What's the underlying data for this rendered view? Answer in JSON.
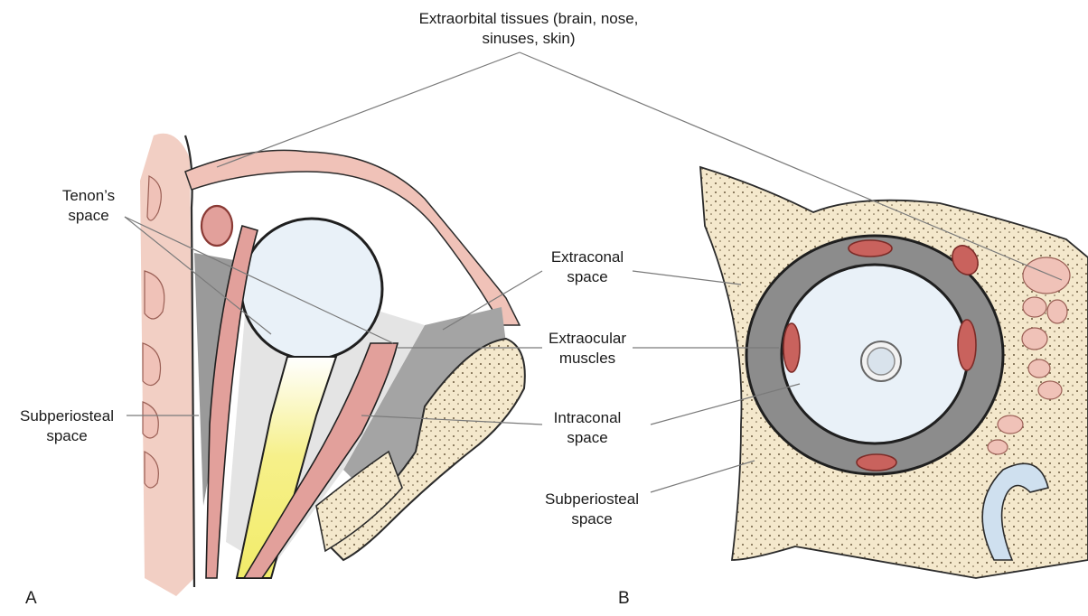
{
  "labels": {
    "extraorbital": [
      "Extraorbital tissues (brain, nose,",
      "sinuses, skin)"
    ],
    "tenons_space": [
      "Tenon’s",
      "space"
    ],
    "extraconal_space": [
      "Extraconal",
      "space"
    ],
    "extraocular_muscles": [
      "Extraocular",
      "muscles"
    ],
    "intraconal_space": [
      "Intraconal",
      "space"
    ],
    "subperiosteal_space_left": [
      "Subperiosteal",
      "space"
    ],
    "subperiosteal_space_right": [
      "Subperiosteal",
      "space"
    ]
  },
  "panels": {
    "a": "A",
    "b": "B"
  },
  "colors": {
    "bone": "#f4e8cc",
    "bone_outline": "#2b2b2b",
    "globe": "#eaf2f8",
    "fat_gray": "#8a8a8a",
    "muscle": "#d98a86",
    "muscle_dark": "#a8413d",
    "skin": "#f0c7bf",
    "optic_nerve": "#f5ef9a",
    "leader_line": "#7a7a7a"
  }
}
